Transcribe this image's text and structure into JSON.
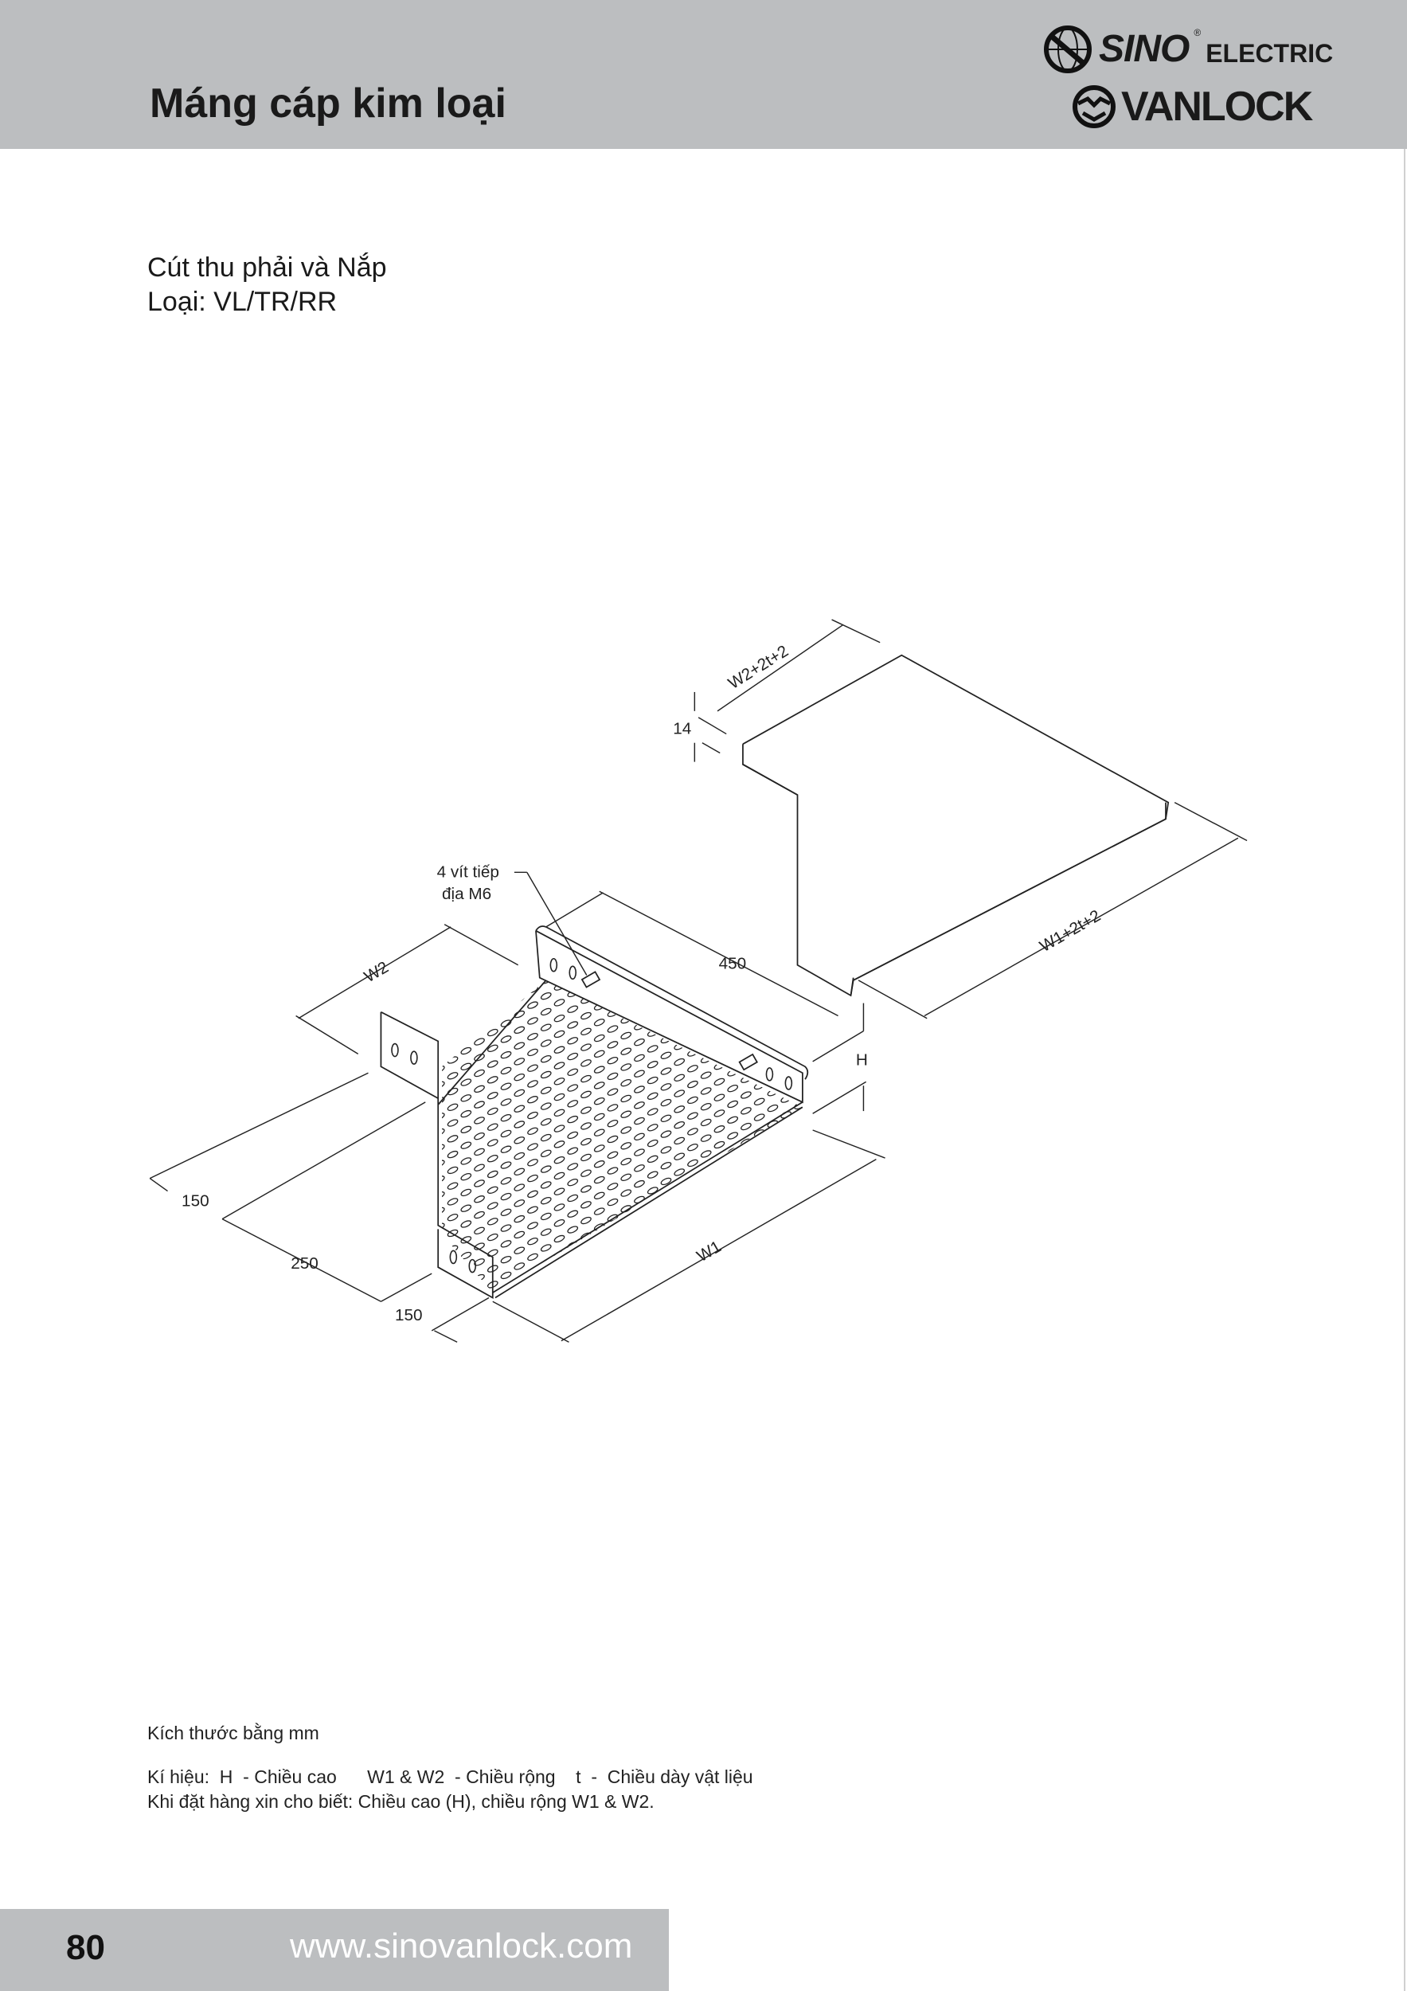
{
  "header": {
    "title": "Máng cáp kim loại",
    "logo": {
      "brand1": "SINO",
      "brand1_suffix": "ELECTRIC",
      "brand2": "VANLOCK"
    }
  },
  "product": {
    "name": "Cút thu phải và Nắp",
    "type": "Loại: VL/TR/RR"
  },
  "drawing_labels": {
    "cover_width": "W2+2t+2",
    "lip": "14",
    "cover_length": "W1+2t+2",
    "screw_line1": "4 vít tiếp",
    "screw_line2": "địa M6",
    "length": "450",
    "w2": "W2",
    "h": "H",
    "offset1": "150",
    "reducer": "250",
    "offset2": "150",
    "w1": "W1"
  },
  "notes": {
    "units": "Kích thước bằng mm",
    "legend": "Kí hiệu:  H  - Chiều cao      W1 & W2  - Chiều rộng    t  -  Chiều dày vật liệu",
    "order": "Khi đặt hàng xin cho biết: Chiều cao (H), chiều rộng W1 & W2."
  },
  "footer": {
    "page": "80",
    "url": "www.sinovanlock.com"
  },
  "colors": {
    "band": "#bcbec0",
    "text": "#1a1a1a"
  }
}
